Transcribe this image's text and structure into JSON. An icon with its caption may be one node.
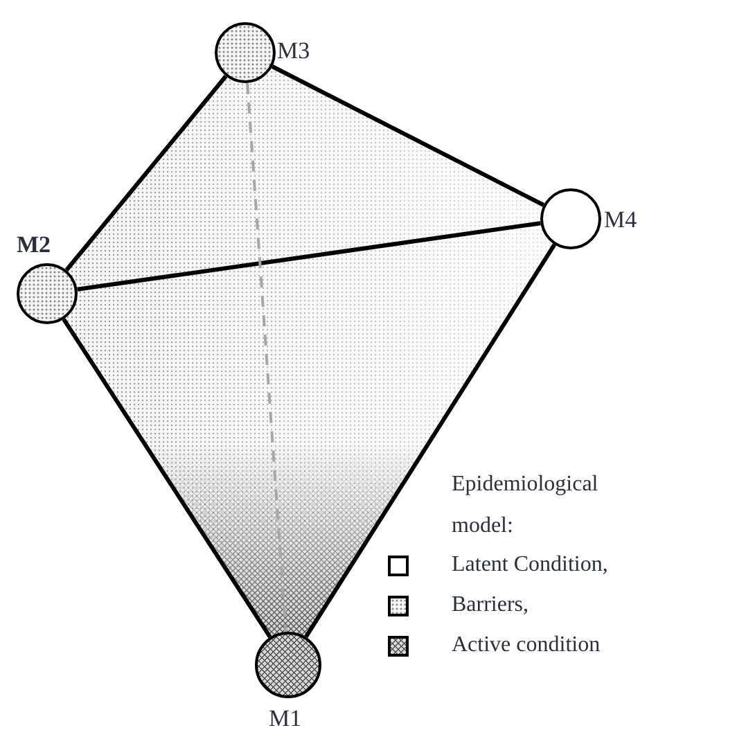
{
  "diagram": {
    "nodes": [
      {
        "text": [
          "M3"
        ]
      },
      {
        "text": [
          "M2"
        ]
      },
      {
        "text": [
          "M4"
        ]
      },
      {
        "text": [
          "M1"
        ]
      }
    ],
    "edges": [
      {
        "from": 0,
        "to": 1,
        "arrow": "none"
      },
      {
        "from": 0,
        "to": 2,
        "arrow": "none"
      },
      {
        "from": 1,
        "to": 2,
        "arrow": "none"
      },
      {
        "from": 1,
        "to": 3,
        "arrow": "none"
      },
      {
        "from": 2,
        "to": 3,
        "arrow": "none"
      },
      {
        "from": 0,
        "to": 3,
        "arrow": "none",
        "style": "dashed",
        "color": "#a6a6a6"
      }
    ],
    "labels": [
      "Epidemiological",
      "model:"
    ],
    "legend": [
      {
        "text": "Latent Condition,"
      },
      {
        "text": "Barriers,"
      },
      {
        "text": "Active condition"
      }
    ]
  }
}
